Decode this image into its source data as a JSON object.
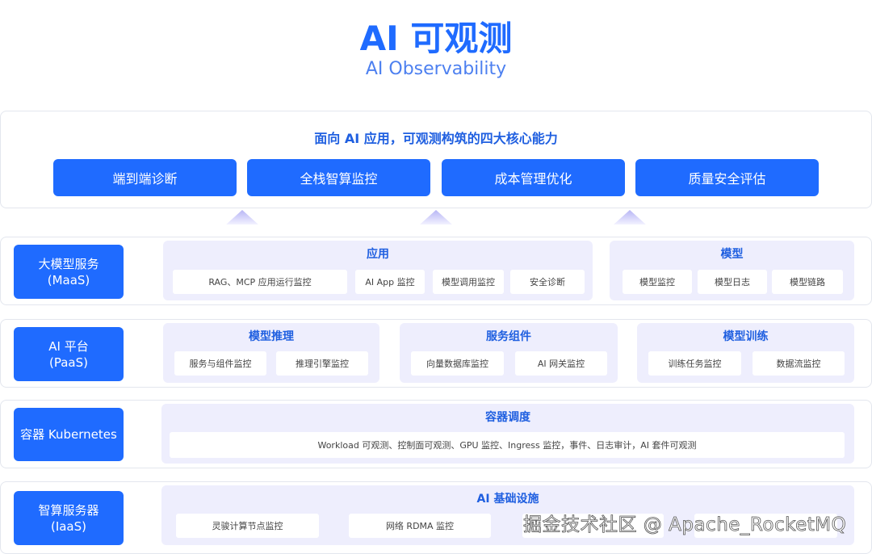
{
  "header": {
    "title": "AI 可观测",
    "subtitle": "AI Observability"
  },
  "capabilities": {
    "heading": "面向 AI 应用，可观测构筑的四大核心能力",
    "items": [
      "端到端诊断",
      "全栈智算监控",
      "成本管理优化",
      "质量安全评估"
    ]
  },
  "layers": [
    {
      "label": [
        "大模型服务",
        "(MaaS)"
      ],
      "groups": [
        {
          "title": "应用",
          "items": [
            "RAG、MCP 应用运行监控",
            "AI App 监控",
            "模型调用监控",
            "安全诊断"
          ]
        },
        {
          "title": "模型",
          "items": [
            "模型监控",
            "模型日志",
            "模型链路"
          ]
        }
      ]
    },
    {
      "label": [
        "AI 平台",
        "(PaaS)"
      ],
      "groups": [
        {
          "title": "模型推理",
          "items": [
            "服务与组件监控",
            "推理引擎监控"
          ]
        },
        {
          "title": "服务组件",
          "items": [
            "向量数据库监控",
            "AI 网关监控"
          ]
        },
        {
          "title": "模型训练",
          "items": [
            "训练任务监控",
            "数据流监控"
          ]
        }
      ]
    },
    {
      "label": [
        "容器 Kubernetes"
      ],
      "groups": [
        {
          "title": "容器调度",
          "items": [
            "Workload 可观测、控制面可观测、GPU 监控、Ingress 监控，事件、日志审计，AI 套件可观测"
          ]
        }
      ]
    },
    {
      "label": [
        "智算服务器",
        "(IaaS)"
      ],
      "groups": [
        {
          "title": "AI 基础设施",
          "items": [
            "灵骏计算节点监控",
            "网络 RDMA 监控",
            "",
            ""
          ]
        }
      ]
    }
  ],
  "watermark": "掘金技术社区 @ Apache_RocketMQ",
  "colors": {
    "primary": "#1f6bff",
    "group_bg": "#eeeefd"
  }
}
